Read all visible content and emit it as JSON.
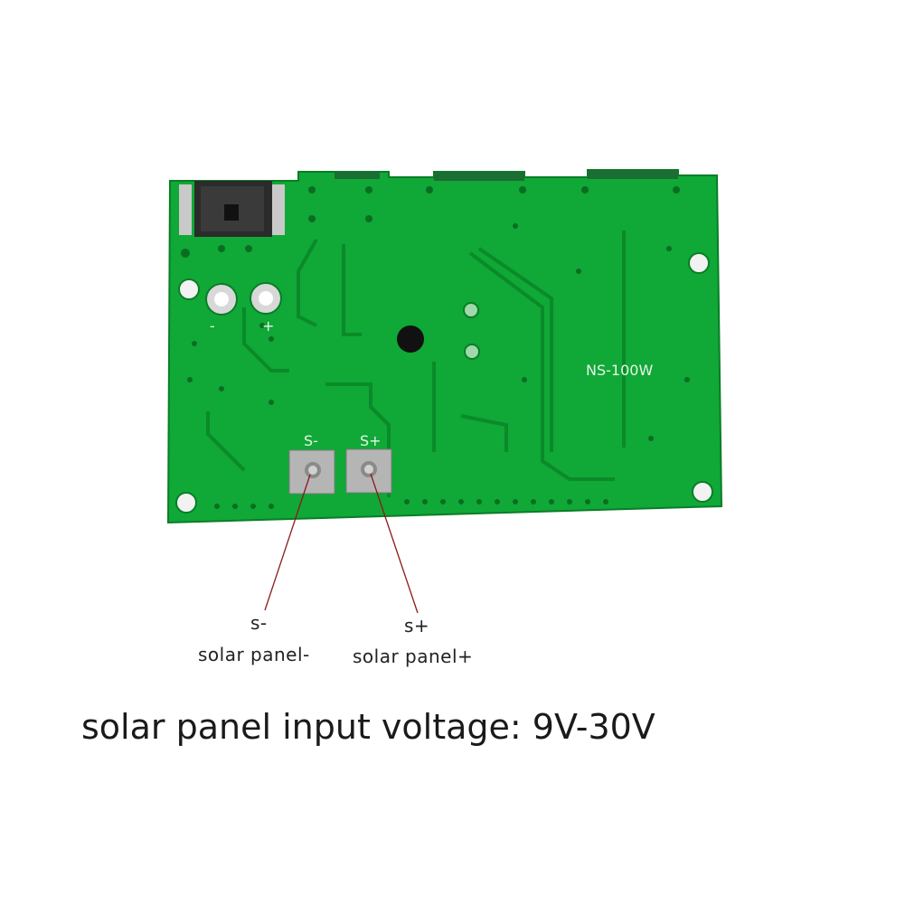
{
  "board": {
    "model_label": "NS-100W",
    "pad_minus_silk": "S-",
    "pad_plus_silk": "S+",
    "polarity_minus": "-",
    "polarity_plus": "+"
  },
  "annotations": {
    "s_minus": "s-",
    "s_minus_desc": "solar panel-",
    "s_plus": "s+",
    "s_plus_desc": "solar panel+"
  },
  "caption": "solar panel input voltage: 9V-30V",
  "colors": {
    "pcb_green": "#10a836",
    "trace_green": "#0b8a2a",
    "leader_line": "#8b1a1a"
  }
}
